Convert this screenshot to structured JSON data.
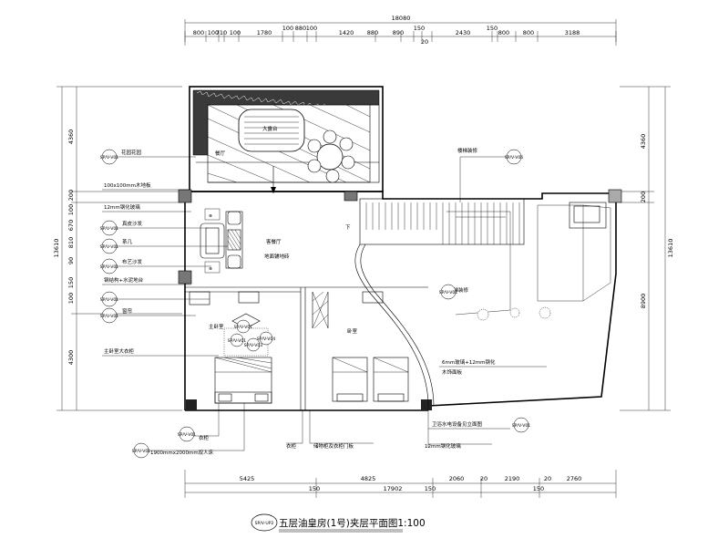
{
  "dimensions": {
    "top_total": "18080",
    "top_segments": [
      "800",
      "100",
      "710",
      "100",
      "1780",
      "100",
      "880",
      "100",
      "1420",
      "880",
      "890",
      "150",
      "2430",
      "150",
      "800",
      "800",
      "3188"
    ],
    "top_secondary": [
      "20"
    ],
    "bottom_segments": [
      "5425",
      "4825",
      "2060",
      "20",
      "2190",
      "20",
      "2760"
    ],
    "bottom_secondary": [
      "150",
      "17902",
      "150",
      "150"
    ],
    "left_total": "13610",
    "left_segments": [
      "4360",
      "200",
      "100",
      "670",
      "810",
      "90",
      "150",
      "100",
      "4300"
    ],
    "right_total": "13610",
    "right_segments": [
      "4360",
      "200",
      "8900"
    ]
  },
  "rooms": {
    "balcony": "大露台",
    "dining": "餐厅",
    "living": "客餐厅",
    "living_sub": "地面铺地砖",
    "stair_note": "楼梯装修",
    "bedroom_master": "主卧室",
    "bedroom_2": "卧室",
    "down_mark": "下"
  },
  "left_callouts": [
    "花园花园",
    "100x100mm木地板",
    "12mm钢化玻璃",
    "真皮沙发",
    "茶几",
    "布艺沙发",
    "钢结构+水泥地台",
    "窗帘",
    "主卧室大衣柜"
  ],
  "bottom_callouts": [
    "衣柜",
    "1900mmx2000mm双人床",
    "衣柜",
    "储物柜及衣柜门板"
  ],
  "right_notes": [
    "6mm玻璃+12mm钢化",
    "木饰面板",
    "卫浴水电设备见立面图",
    "12mm钢化玻璃"
  ],
  "tags": {
    "t1": "SP/V-V01",
    "t2": "SP/V-V06",
    "t3": "SP/V-V01",
    "t4": "SP/V-V01",
    "t5": "SP/V-V01",
    "t6": "SP/V-V01",
    "t7": "SP/V-V01",
    "t8": "SP/V-V01",
    "t9": "SP/V-V01",
    "t10": "SP/V-V01",
    "t11": "SP/V-V01",
    "t12": "SP/V-V03",
    "t13": "SP/V-V04"
  },
  "title_block": {
    "tag": "SP/V-UP2",
    "title": "五层油皇房(1号)夹层平面图1:100"
  }
}
